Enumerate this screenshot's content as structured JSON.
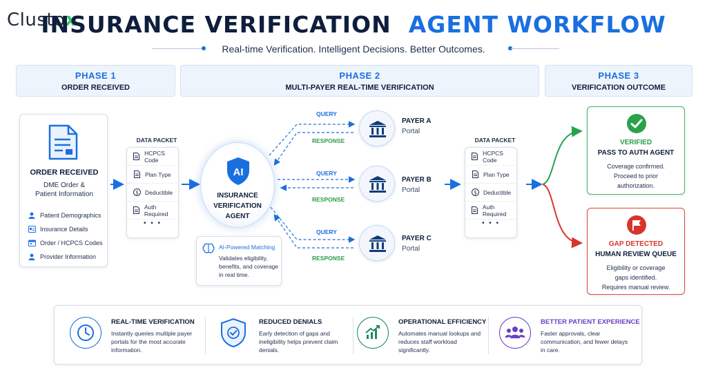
{
  "header": {
    "logo_text": "Clusto",
    "logo_mark": "x",
    "title_part1": "INSURANCE VERIFICATION",
    "title_part2": "AGENT WORKFLOW",
    "subtitle": "Real-time Verification. Intelligent Decisions. Better Outcomes."
  },
  "phases": [
    {
      "number": "PHASE 1",
      "title": "ORDER RECEIVED"
    },
    {
      "number": "PHASE 2",
      "title": "MULTI-PAYER REAL-TIME VERIFICATION"
    },
    {
      "number": "PHASE 3",
      "title": "VERIFICATION OUTCOME"
    }
  ],
  "order": {
    "title": "ORDER RECEIVED",
    "subtitle_line1": "DME Order &",
    "subtitle_line2": "Patient Information",
    "items": [
      "Patient Demographics",
      "Insurance Details",
      "Order / HCPCS Codes",
      "Provider Information"
    ]
  },
  "packet": {
    "label": "DATA PACKET",
    "rows": [
      "HCPCS Code",
      "Plan Type",
      "Deductible",
      "Auth Required"
    ],
    "more": "• • •"
  },
  "agent": {
    "badge": "AI",
    "line1": "INSURANCE",
    "line2": "VERIFICATION",
    "line3": "AGENT",
    "note_title": "AI-Powered Matching",
    "note_text": "Validates eligibility, benefits, and coverage in real time."
  },
  "flow": {
    "query": "QUERY",
    "response": "RESPONSE"
  },
  "payers": [
    {
      "name": "PAYER A",
      "type": "Portal"
    },
    {
      "name": "PAYER B",
      "type": "Portal"
    },
    {
      "name": "PAYER C",
      "type": "Portal"
    }
  ],
  "outcomes": {
    "verified": {
      "title": "VERIFIED",
      "subtitle": "PASS TO AUTH AGENT",
      "line1": "Coverage confirmed.",
      "line2": "Proceed to prior",
      "line3": "authorization.",
      "color": "#2a9d4a"
    },
    "gap": {
      "title": "GAP DETECTED",
      "subtitle": "HUMAN REVIEW QUEUE",
      "line1": "Eligibility or coverage",
      "line2": "gaps identified.",
      "line3": "Requires manual review.",
      "color": "#d8342b"
    }
  },
  "benefits": [
    {
      "title": "REAL-TIME VERIFICATION",
      "text": "Instantly queries multiple payer portals for the most accurate information.",
      "color": "#1a6fe0",
      "icon": "clock-icon"
    },
    {
      "title": "REDUCED DENIALS",
      "text": "Early detection of gaps and ineligibility helps prevent claim denials.",
      "color": "#1a6fe0",
      "icon": "shield-check-icon"
    },
    {
      "title": "OPERATIONAL EFFICIENCY",
      "text": "Automates manual lookups and reduces staff workload significantly.",
      "color": "#1f8a5c",
      "icon": "growth-chart-icon"
    },
    {
      "title": "BETTER PATIENT EXPERIENCE",
      "text": "Faster approvals, clear communication, and fewer delays in care.",
      "color": "#6a3fc6",
      "icon": "people-icon"
    }
  ],
  "colors": {
    "brand_blue": "#1a6fe0",
    "navy": "#0f1e3d",
    "success": "#2a9d4a",
    "danger": "#d8342b"
  }
}
